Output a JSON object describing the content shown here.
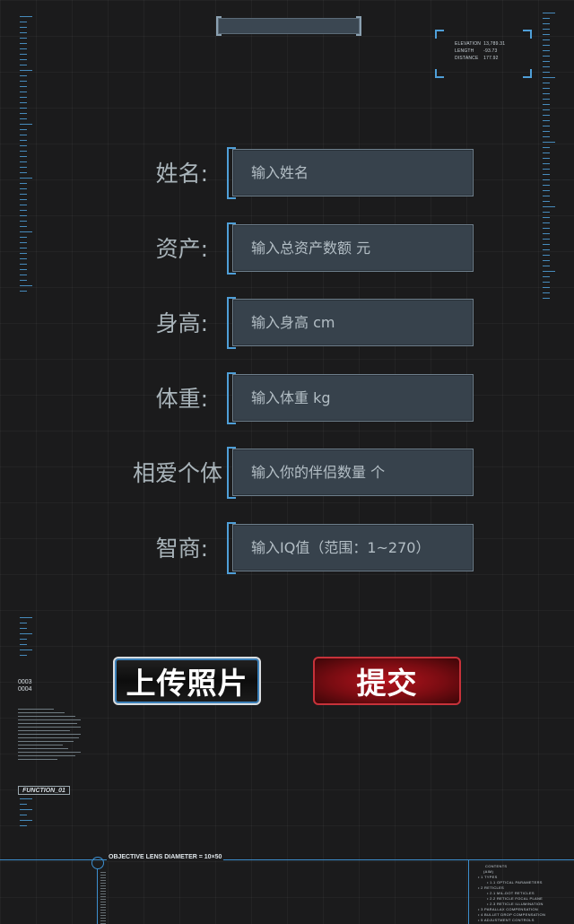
{
  "readout": {
    "rows": [
      {
        "label": "ELEVATION",
        "value": "13,789.31"
      },
      {
        "label": "LENGTH",
        "value": "-93.73"
      },
      {
        "label": "DISTANCE",
        "value": "177.92"
      }
    ]
  },
  "form": {
    "fields": [
      {
        "label": "姓名:",
        "placeholder": "输入姓名"
      },
      {
        "label": "资产:",
        "placeholder": "输入总资产数额 元"
      },
      {
        "label": "身高:",
        "placeholder": "输入身高 cm"
      },
      {
        "label": "体重:",
        "placeholder": "输入体重 kg"
      },
      {
        "label": "相爱个体",
        "placeholder": "输入你的伴侣数量 个"
      },
      {
        "label": "智商:",
        "placeholder": "输入IQ值（范围：1~270）"
      }
    ]
  },
  "buttons": {
    "upload": "上传照片",
    "submit": "提交"
  },
  "side_info": {
    "code_1": "0003",
    "code_2": "0004",
    "function_tag": "FUNCTION_01"
  },
  "bottom": {
    "title": "OBJECTIVE LENS DIAMETER = 10×50",
    "contents_header": "CONTENTS",
    "contents_sub": "(AIM)",
    "contents_items": [
      "1 TYPES",
      "1.1 OPTICAL PARAMETERS",
      "2 RETICLES",
      "2.1 MIL-DOT RETICLES",
      "2.2 RETICLE FOCAL PLANE",
      "2.3 RETICLE ILLUMINATION",
      "3 PARALLAX COMPENSATION",
      "4 BULLET DROP COMPENSATION",
      "5 ADJUSTMENT CONTROLS"
    ]
  },
  "colors": {
    "accent_blue": "#4f9fd8",
    "field_bg": "#37424c",
    "submit_red": "#b3141d",
    "background": "#1b1b1c"
  }
}
